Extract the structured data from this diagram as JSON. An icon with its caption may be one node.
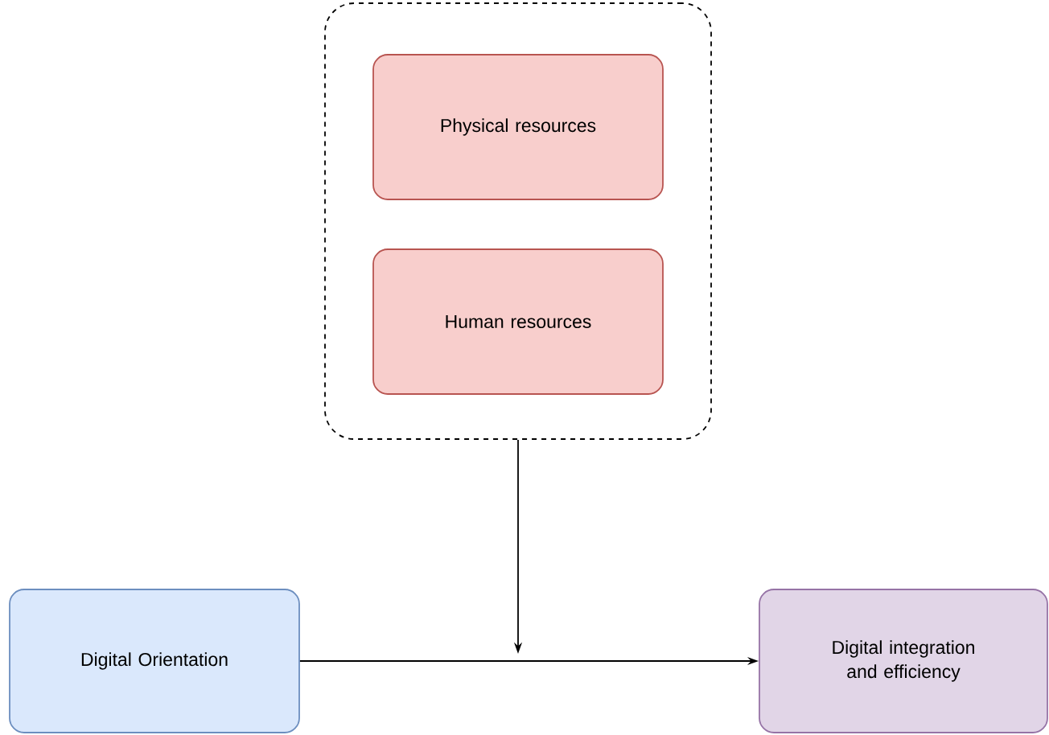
{
  "diagram": {
    "nodes": [
      {
        "text": [],
        "shape": "box"
      },
      {
        "text": [
          "Physical resources"
        ],
        "in": 0
      },
      {
        "text": [
          "Human resources"
        ],
        "in": 0
      },
      {
        "text": [
          "Digital Orientation"
        ]
      },
      {
        "text": [
          "Digital integration and efficiency"
        ]
      }
    ],
    "edges": [
      {
        "from": 3,
        "to": 4,
        "arrow": "to"
      },
      {
        "from": 0,
        "to": null,
        "arrow": "to"
      }
    ]
  }
}
